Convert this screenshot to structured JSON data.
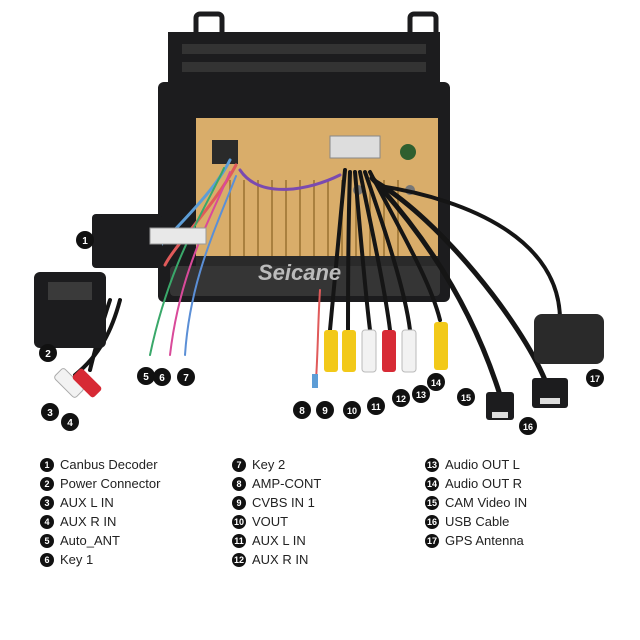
{
  "brand": "Seicane",
  "callouts": [
    "1",
    "2",
    "3",
    "4",
    "5",
    "6",
    "7",
    "8",
    "9",
    "10",
    "11",
    "12",
    "13",
    "14",
    "15",
    "16",
    "17"
  ],
  "legend": {
    "col1": [
      {
        "num": "1",
        "label": "Canbus Decoder"
      },
      {
        "num": "2",
        "label": "Power Connector"
      },
      {
        "num": "3",
        "label": "AUX L IN"
      },
      {
        "num": "4",
        "label": "AUX R IN"
      },
      {
        "num": "5",
        "label": "Auto_ANT"
      },
      {
        "num": "6",
        "label": "Key 1"
      }
    ],
    "col2": [
      {
        "num": "7",
        "label": "Key 2"
      },
      {
        "num": "8",
        "label": "AMP-CONT"
      },
      {
        "num": "9",
        "label": "CVBS IN 1"
      },
      {
        "num": "10",
        "label": "VOUT"
      },
      {
        "num": "11",
        "label": "AUX L IN"
      },
      {
        "num": "12",
        "label": "AUX R IN"
      }
    ],
    "col3": [
      {
        "num": "13",
        "label": "Audio OUT L"
      },
      {
        "num": "14",
        "label": "Audio OUT R"
      },
      {
        "num": "15",
        "label": "CAM Video IN"
      },
      {
        "num": "16",
        "label": "USB Cable"
      },
      {
        "num": "17",
        "label": "GPS Antenna"
      }
    ]
  },
  "colors": {
    "frame": "#1c1c1e",
    "panel": "#d9ad6a",
    "rca_yellow": "#f2c919",
    "rca_red": "#d72a35",
    "rca_white": "#f2f2f2",
    "cable": "#151515"
  }
}
